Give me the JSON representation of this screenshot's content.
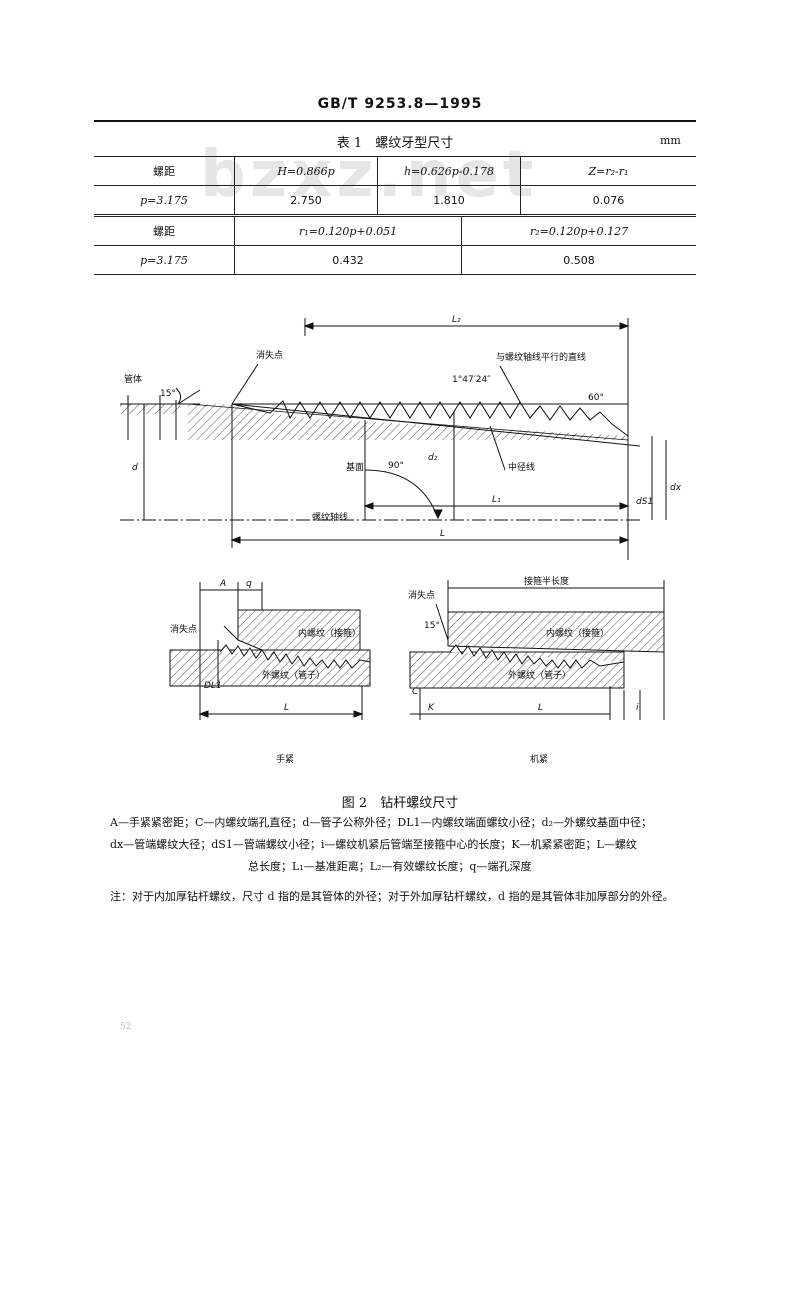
{
  "header": "GB/T 9253.8—1995",
  "watermark": "bzxz.net",
  "table": {
    "title": "表 1　螺纹牙型尺寸",
    "unit": "mm",
    "part1": {
      "headers": [
        "螺距",
        "H=0.866p",
        "h=0.626p-0.178",
        "Z=r₂-r₁"
      ],
      "row": [
        "p=3.175",
        "2.750",
        "1.810",
        "0.076"
      ]
    },
    "part2": {
      "headers": [
        "螺距",
        "r₁=0.120p+0.051",
        "r₂=0.120p+0.127"
      ],
      "row": [
        "p=3.175",
        "0.432",
        "0.508"
      ]
    }
  },
  "figure": {
    "labels": {
      "L2": "L₂",
      "vanish_point": "消失点",
      "pipe_body": "管体",
      "angle15": "15°",
      "parallel_line": "与螺纹轴线平行的直线",
      "taper_angle": "1°47′24″",
      "angle60": "60°",
      "d": "d",
      "d2": "d₂",
      "base_plane": "基面",
      "angle90": "90°",
      "pitch_line": "中径线",
      "L1": "L₁",
      "dS1": "dS1",
      "dx": "dx",
      "thread_axis": "螺纹轴线",
      "L": "L",
      "A": "A",
      "q": "q",
      "vanish_point2": "消失点",
      "internal_thread": "内螺纹（接箍）",
      "external_thread": "外螺纹（管子）",
      "DL1": "DL1",
      "L_b": "L",
      "hand_tight": "手紧",
      "coupling_half": "接箍半长度",
      "vanish_point3": "消失点",
      "angle15b": "15°",
      "internal_thread2": "内螺纹（接箍）",
      "external_thread2": "外螺纹（管子）",
      "C": "C",
      "K": "K",
      "L_c": "L",
      "i": "i",
      "machine_tight": "机紧"
    },
    "caption": "图 2　钻杆螺纹尺寸"
  },
  "legend": {
    "line1": "A—手紧紧密距；C—内螺纹端孔直径；d—管子公称外径；DL1—内螺纹端面螺纹小径；d₂—外螺纹基面中径；",
    "line2": "dx—管端螺纹大径；dS1—管端螺纹小径；i—螺纹机紧后管端至接箍中心的长度；K—机紧紧密距；L—螺纹",
    "line3": "总长度；L₁—基准距离；L₂—有效螺纹长度；q—端孔深度"
  },
  "note": "注：对于内加厚钻杆螺纹，尺寸 d 指的是其管体的外径；对于外加厚钻杆螺纹，d 指的是其管体非加厚部分的外径。",
  "smudge": "52"
}
